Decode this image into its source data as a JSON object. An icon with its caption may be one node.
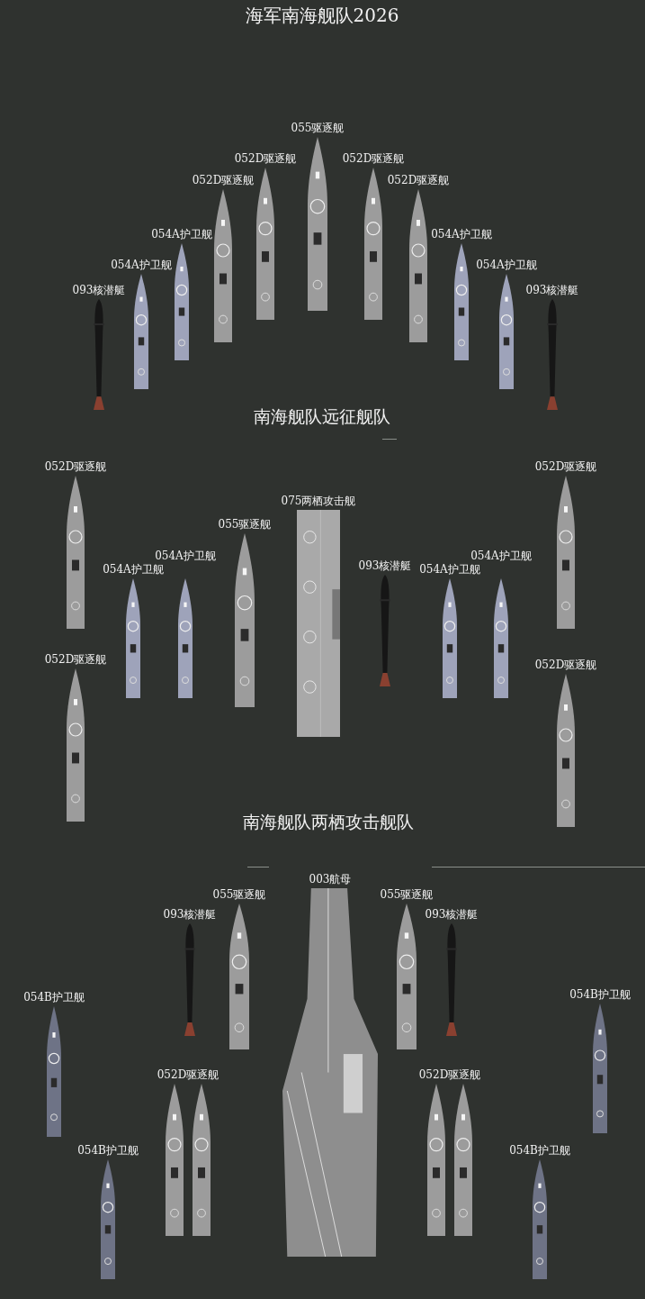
{
  "diagram": {
    "title": "海军南海舰队2026",
    "nodes": [
      {
        "text": [],
        "shape": "picture",
        "beside": [
          "093核潜艇"
        ]
      },
      {
        "text": [],
        "shape": "picture",
        "beside": [
          "054A护卫舰"
        ]
      },
      {
        "text": [],
        "shape": "picture",
        "beside": [
          "054A护卫舰"
        ]
      },
      {
        "text": [],
        "shape": "picture",
        "beside": [
          "052D驱逐舰"
        ]
      },
      {
        "text": [],
        "shape": "picture",
        "beside": [
          "052D驱逐舰"
        ]
      },
      {
        "text": [],
        "shape": "picture",
        "beside": [
          "055驱逐舰"
        ]
      },
      {
        "text": [],
        "shape": "picture",
        "beside": [
          "052D驱逐舰"
        ]
      },
      {
        "text": [],
        "shape": "picture",
        "beside": [
          "052D驱逐舰"
        ]
      },
      {
        "text": [],
        "shape": "picture",
        "beside": [
          "054A护卫舰"
        ]
      },
      {
        "text": [],
        "shape": "picture",
        "beside": [
          "054A护卫舰"
        ]
      },
      {
        "text": [],
        "shape": "picture",
        "beside": [
          "093核潜艇"
        ]
      },
      {
        "text": [],
        "shape": "picture",
        "beside": [
          "052D驱逐舰"
        ]
      },
      {
        "text": [],
        "shape": "picture",
        "beside": [
          "052D驱逐舰"
        ]
      },
      {
        "text": [],
        "shape": "picture",
        "beside": [
          "075两栖攻击舰"
        ]
      },
      {
        "text": [],
        "shape": "picture",
        "beside": [
          "055驱逐舰"
        ]
      },
      {
        "text": [],
        "shape": "picture",
        "beside": [
          "093核潜艇"
        ]
      },
      {
        "text": [],
        "shape": "picture",
        "beside": [
          "054A护卫舰"
        ]
      },
      {
        "text": [],
        "shape": "picture",
        "beside": [
          "054A护卫舰"
        ]
      },
      {
        "text": [],
        "shape": "picture",
        "beside": [
          "054A护卫舰"
        ]
      },
      {
        "text": [],
        "shape": "picture",
        "beside": [
          "054A护卫舰"
        ]
      },
      {
        "text": [],
        "shape": "picture",
        "beside": [
          "052D驱逐舰"
        ]
      },
      {
        "text": [],
        "shape": "picture",
        "beside": [
          "052D驱逐舰"
        ]
      },
      {
        "text": [],
        "shape": "picture",
        "beside": [
          "003航母"
        ]
      },
      {
        "text": [],
        "shape": "picture",
        "beside": [
          "055驱逐舰"
        ]
      },
      {
        "text": [],
        "shape": "picture",
        "beside": [
          "055驱逐舰"
        ]
      },
      {
        "text": [],
        "shape": "picture",
        "beside": [
          "093核潜艇"
        ]
      },
      {
        "text": [],
        "shape": "picture",
        "beside": [
          "093核潜艇"
        ]
      },
      {
        "text": [],
        "shape": "picture",
        "beside": [
          "054B护卫舰"
        ]
      },
      {
        "text": [],
        "shape": "picture",
        "beside": [
          "054B护卫舰"
        ]
      },
      {
        "text": [],
        "shape": "picture",
        "beside": [
          "052D驱逐舰"
        ]
      },
      {
        "text": [],
        "shape": "picture"
      },
      {
        "text": [],
        "shape": "picture",
        "beside": [
          "052D驱逐舰"
        ]
      },
      {
        "text": [],
        "shape": "picture"
      },
      {
        "text": [],
        "shape": "picture",
        "beside": [
          "054B护卫舰"
        ]
      },
      {
        "text": [],
        "shape": "picture",
        "beside": [
          "054B护卫舰"
        ]
      }
    ],
    "labels": [
      "南海舰队远征舰队",
      "南海舰队两栖攻击舰队"
    ]
  }
}
